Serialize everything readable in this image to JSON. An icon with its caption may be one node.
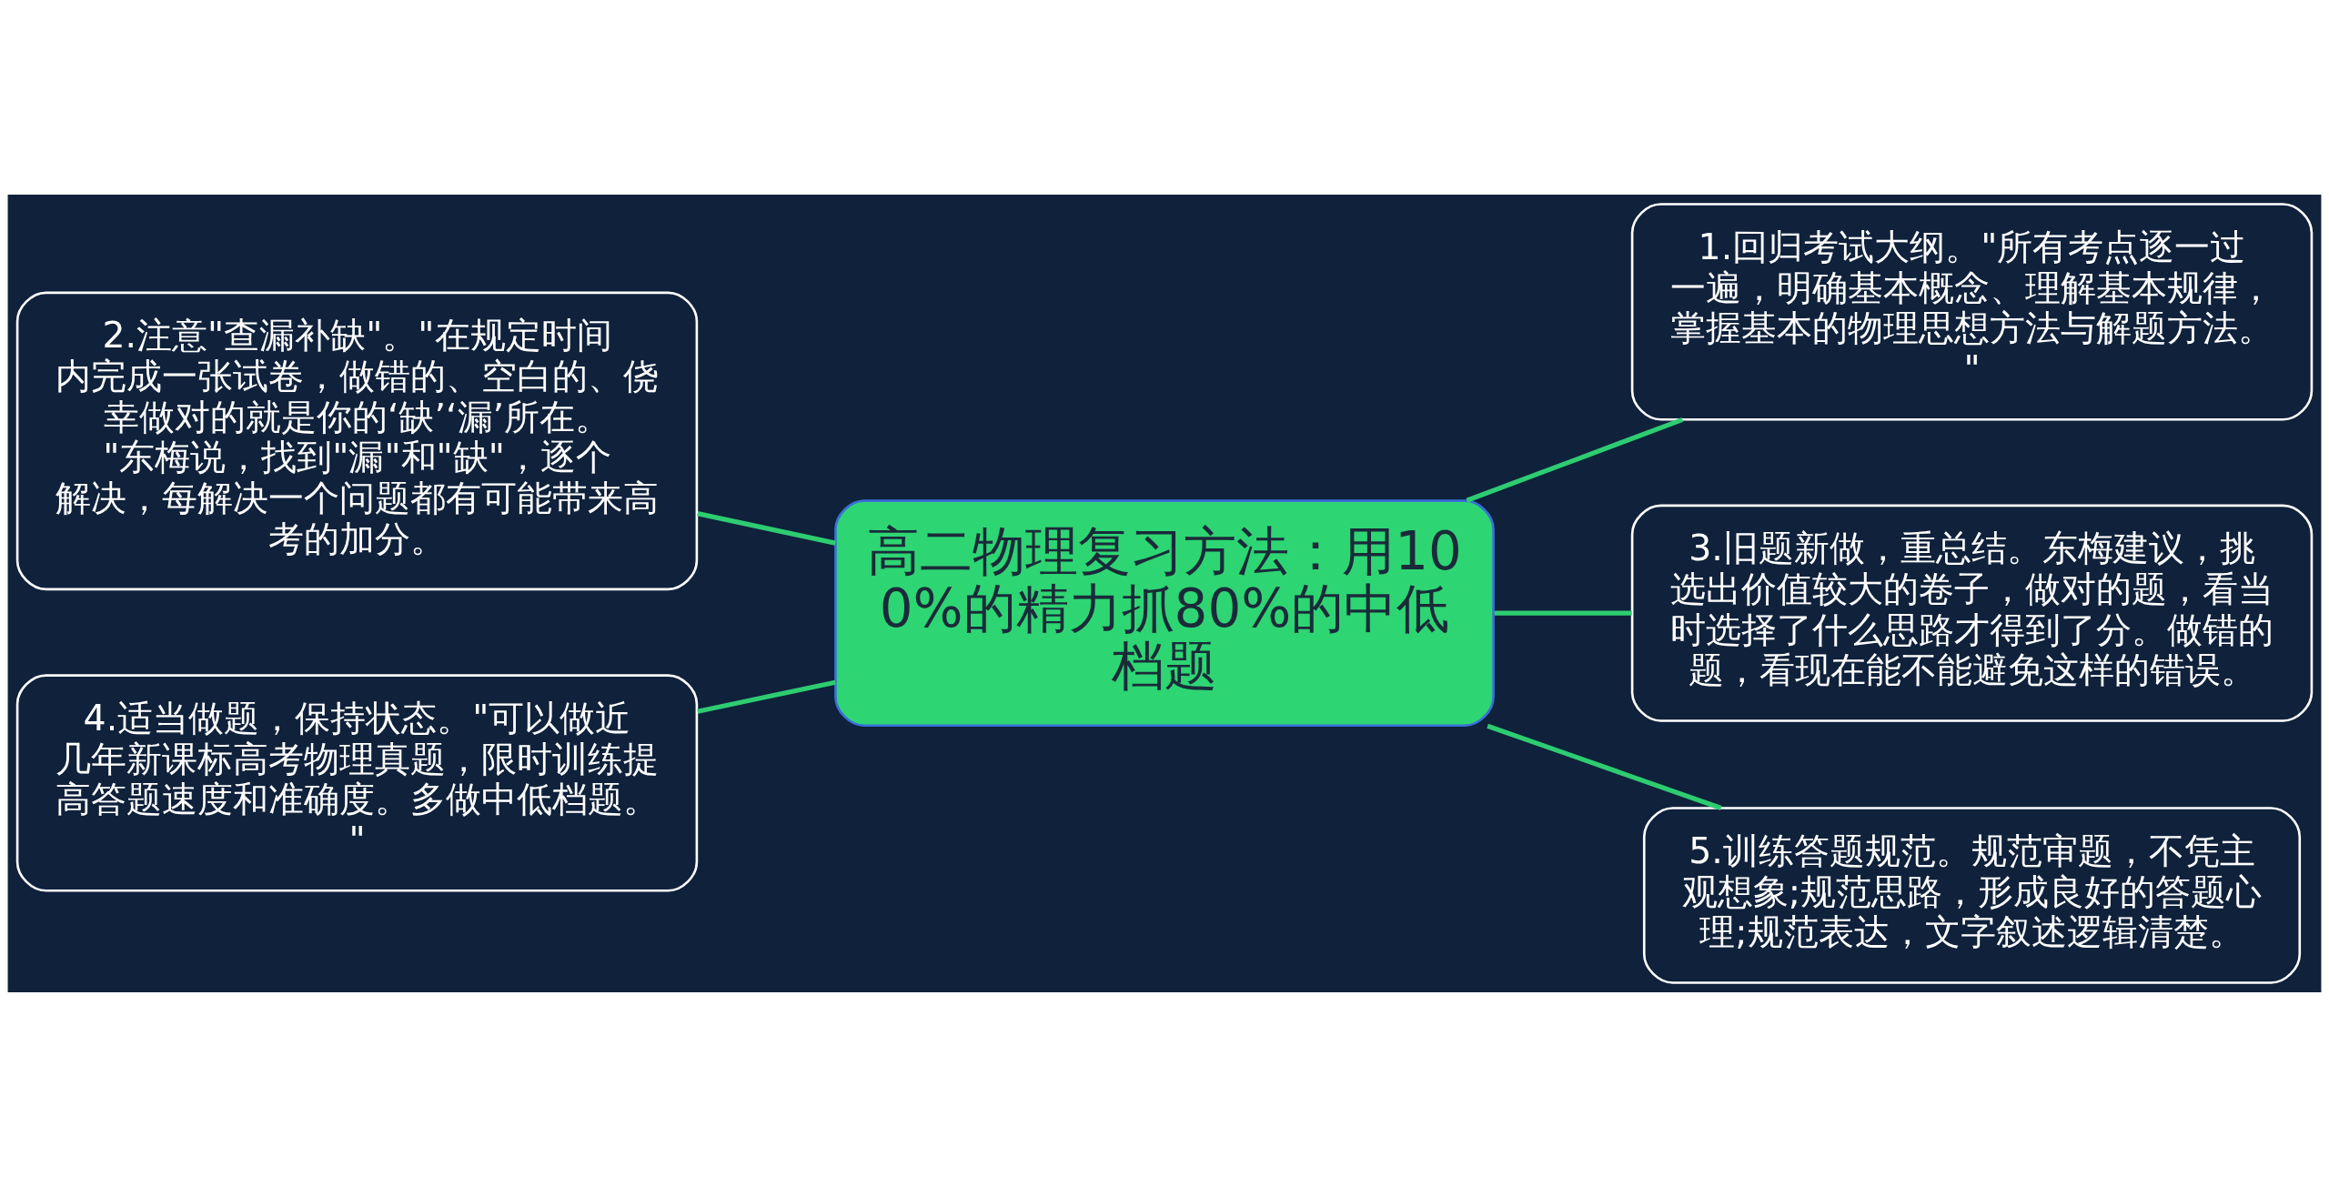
{
  "diagram": {
    "nodes": [
      {
        "text": [
          "高二物理复习方法：用100%的精力抓80%的中低档题"
        ]
      },
      {
        "text": [
          "1.回归考试大纲。\"所有考点逐一过一遍，明确基本概念、理解基本规律，掌握基本的物理思想方法与解题方法。\""
        ]
      },
      {
        "text": [
          "2.注意\"查漏补缺\"。\"在规定时间内完成一张试卷，做错的、空白的、侥幸做对的就是你的‘缺’‘漏’所在。\"东梅说，找到\"漏\"和\"缺\"，逐个解决，每解决一个问题都有可能带来高考的加分。"
        ]
      },
      {
        "text": [
          "3.旧题新做，重总结。东梅建议，挑选出价值较大的卷子，做对的题，看当时选择了什么思路才得到了分。做错的题，看现在能不能避免这样的错误。"
        ]
      },
      {
        "text": [
          "4.适当做题，保持状态。\"可以做近几年新课标高考物理真题，限时训练提高答题速度和准确度。多做中低档题。\""
        ]
      },
      {
        "text": [
          "5.训练答题规范。规范审题，不凭主观想象;规范思路，形成良好的答题心理;规范表达，文字叙述逻辑清楚。"
        ]
      }
    ],
    "edges": [
      {
        "from": 0,
        "to": 1,
        "arrow": "none"
      },
      {
        "from": 0,
        "to": 2,
        "arrow": "none"
      },
      {
        "from": 0,
        "to": 3,
        "arrow": "none"
      },
      {
        "from": 0,
        "to": 4,
        "arrow": "none"
      },
      {
        "from": 0,
        "to": 5,
        "arrow": "none"
      }
    ]
  }
}
